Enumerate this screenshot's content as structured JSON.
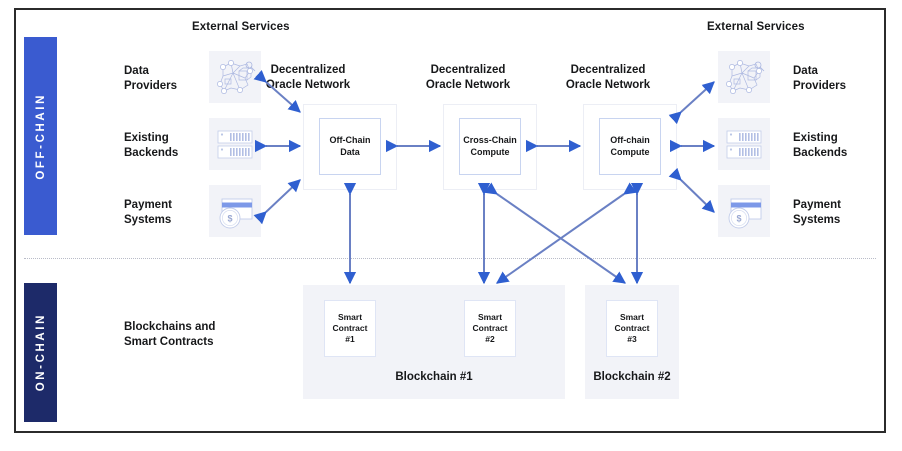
{
  "bands": {
    "offchain": "OFF-CHAIN",
    "onchain": "ON-CHAIN",
    "offchain_color": "#3a5bd0",
    "onchain_color": "#1d2a69"
  },
  "headers": {
    "external_left": "External Services",
    "external_right": "External Services"
  },
  "service_rows": {
    "left": [
      {
        "label": "Data\nProviders",
        "line1": "Data",
        "line2": "Providers",
        "icon": "network-graph-icon"
      },
      {
        "label": "Existing\nBackends",
        "line1": "Existing",
        "line2": "Backends",
        "icon": "server-rack-icon"
      },
      {
        "label": "Payment\nSystems",
        "line1": "Payment",
        "line2": "Systems",
        "icon": "payment-card-icon"
      }
    ],
    "right": [
      {
        "line1": "Data",
        "line2": "Providers",
        "icon": "network-graph-icon"
      },
      {
        "line1": "Existing",
        "line2": "Backends",
        "icon": "server-rack-icon"
      },
      {
        "line1": "Payment",
        "line2": "Systems",
        "icon": "payment-card-icon"
      }
    ]
  },
  "oracle_networks": [
    {
      "title_line1": "Decentralized",
      "title_line2": "Oracle Network",
      "node_line1": "Off-Chain",
      "node_line2": "Data"
    },
    {
      "title_line1": "Decentralized",
      "title_line2": "Oracle Network",
      "node_line1": "Cross-Chain",
      "node_line2": "Compute"
    },
    {
      "title_line1": "Decentralized",
      "title_line2": "Oracle Network",
      "node_line1": "Off-chain",
      "node_line2": "Compute"
    }
  ],
  "onchain": {
    "section_label_line1": "Blockchains and",
    "section_label_line2": "Smart Contracts",
    "chains": [
      {
        "label": "Blockchain #1"
      },
      {
        "label": "Blockchain #2"
      }
    ],
    "smart_contracts": [
      {
        "line1": "Smart",
        "line2": "Contract",
        "line3": "#1"
      },
      {
        "line1": "Smart",
        "line2": "Contract",
        "line3": "#2"
      },
      {
        "line1": "Smart",
        "line2": "Contract",
        "line3": "#3"
      }
    ]
  },
  "colors": {
    "arrow_head": "#2f5fd0",
    "arrow_shaft": "#6a80c4",
    "tile_bg": "#f2f3f8",
    "node_border": "#c8d4f0",
    "divider": "#b9bcc8"
  }
}
